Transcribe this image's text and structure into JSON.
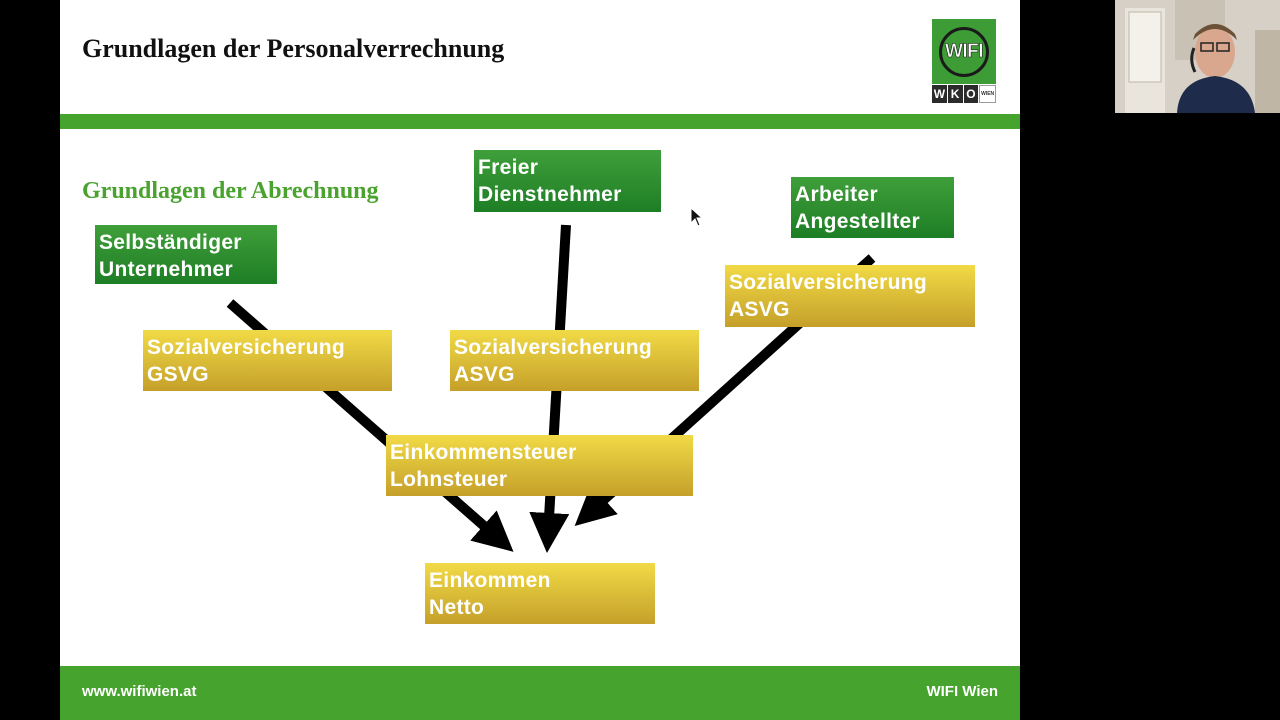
{
  "slide": {
    "title": "Grundlagen der Personalverrechnung",
    "subtitle": "Grundlagen der Abrechnung",
    "logo": {
      "word": "WIFI",
      "letters": [
        "W",
        "K",
        "O",
        "WIEN"
      ]
    },
    "footer": {
      "left": "www.wifiwien.at",
      "right": "WIFI Wien"
    }
  },
  "diagram": {
    "selbstaendiger": [
      "Selbständiger",
      "Unternehmer"
    ],
    "freier": [
      "Freier",
      "Dienstnehmer"
    ],
    "arbeiter": [
      "Arbeiter",
      "Angestellter"
    ],
    "sv_gsvg": [
      "Sozialversicherung",
      "GSVG"
    ],
    "sv_asvg_mid": [
      "Sozialversicherung",
      "ASVG"
    ],
    "sv_asvg_right": [
      "Sozialversicherung",
      "ASVG"
    ],
    "steuer": [
      "Einkommensteuer",
      "Lohnsteuer"
    ],
    "netto": [
      "Einkommen",
      "Netto"
    ]
  },
  "colors": {
    "brand_green": "#46a32e",
    "box_green": "#2e8f2f",
    "box_gold": "#e2c23c"
  }
}
